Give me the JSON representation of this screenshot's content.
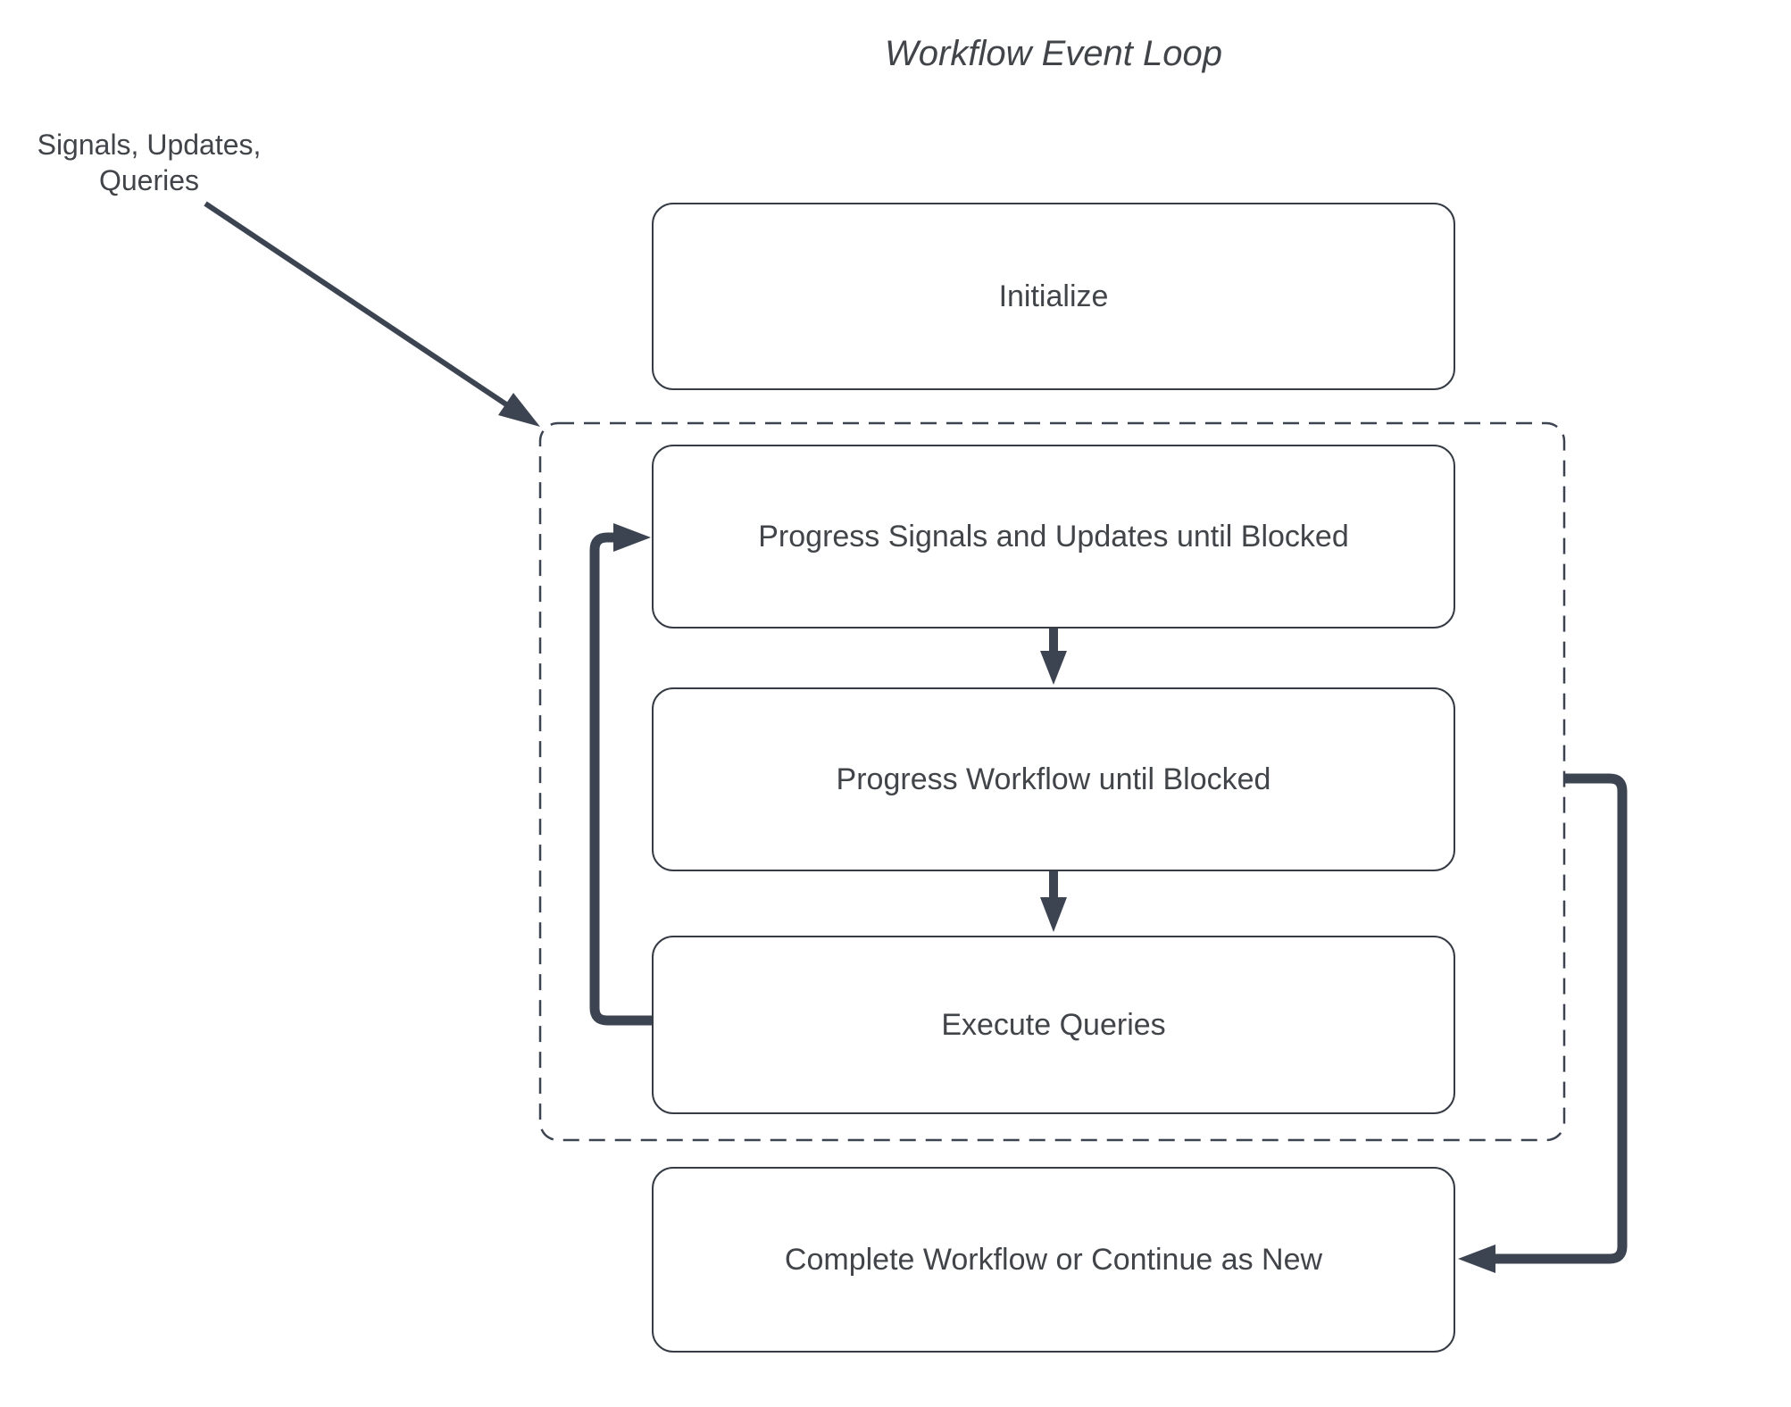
{
  "diagram": {
    "title": "Workflow Event Loop",
    "annotation": "Signals, Updates, Queries",
    "nodes": {
      "initialize": {
        "label": "Initialize"
      },
      "progress_signals": {
        "label": "Progress Signals and Updates until Blocked"
      },
      "progress_workflow": {
        "label": "Progress Workflow until Blocked"
      },
      "execute_queries": {
        "label": "Execute Queries"
      },
      "complete": {
        "label": "Complete Workflow or Continue as New"
      }
    },
    "colors": {
      "background": "#ffffff",
      "line": "#3d4451",
      "box_border": "#363c45",
      "text": "#414449"
    }
  }
}
